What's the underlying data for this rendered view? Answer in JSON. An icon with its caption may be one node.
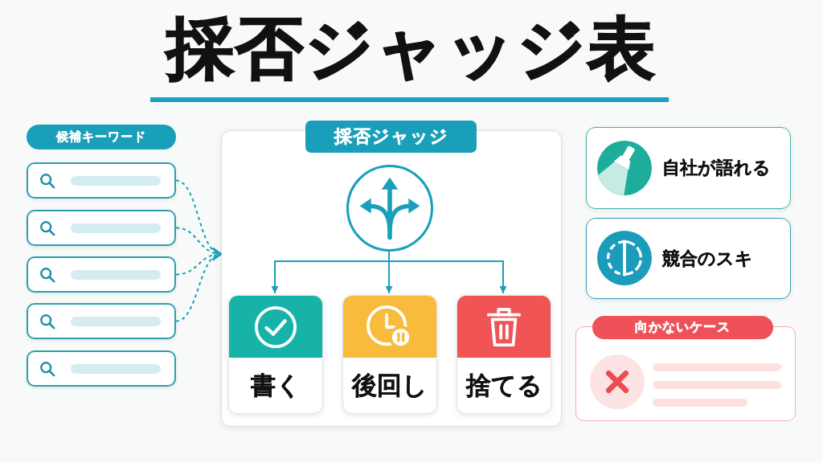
{
  "diagram": {
    "title": "採否ジャッジ表",
    "nodes": [
      {
        "text": [
          "候補キーワード"
        ]
      },
      {
        "text": [],
        "shape": "box"
      },
      {
        "text": [],
        "shape": "box"
      },
      {
        "text": [],
        "shape": "box"
      },
      {
        "text": [],
        "shape": "box"
      },
      {
        "text": [],
        "shape": "box"
      },
      {
        "text": [
          "採否ジャッジ"
        ]
      },
      {
        "text": [],
        "shape": "circle",
        "in": 6
      },
      {
        "text": [
          "書く"
        ],
        "in": 6
      },
      {
        "text": [
          "後回し"
        ],
        "in": 6
      },
      {
        "text": [
          "捨てる"
        ],
        "in": 6
      },
      {
        "text": [
          "自社が語れる"
        ]
      },
      {
        "text": [
          "競合のスキ"
        ]
      },
      {
        "text": [
          "向かないケース"
        ]
      }
    ],
    "edges": [
      {
        "from": 1,
        "to": 6,
        "arrow": "to",
        "style": "dashed"
      },
      {
        "from": 2,
        "to": 6,
        "arrow": "to",
        "style": "dashed"
      },
      {
        "from": 3,
        "to": 6,
        "arrow": "to",
        "style": "dashed"
      },
      {
        "from": 4,
        "to": 6,
        "arrow": "to",
        "style": "dashed"
      },
      {
        "from": 7,
        "to": 8,
        "arrow": "to"
      },
      {
        "from": 7,
        "to": 9,
        "arrow": "to"
      },
      {
        "from": 7,
        "to": 10,
        "arrow": "to"
      }
    ]
  }
}
